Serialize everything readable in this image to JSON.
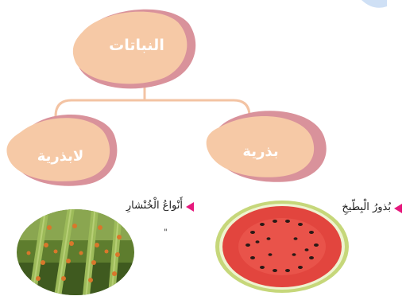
{
  "diagram": {
    "root": {
      "label": "النباتات"
    },
    "left_branch": {
      "label": "لابذرية"
    },
    "right_branch": {
      "label": "بذرية"
    },
    "left_caption": "أَنْواعُ الْخُنْشارِ",
    "left_caption_mark": "\"",
    "right_caption": "بُذورُ الْبِطّيخِ"
  },
  "colors": {
    "blob_fill": "#f6c9a6",
    "blob_shadow": "#d9929b",
    "connector": "#f3c3a3",
    "arrow": "#e6197d",
    "corner_accent": "#cfe0f5"
  },
  "images": {
    "left": "fern-leaf-with-spores-photo",
    "right": "watermelon-slice-photo"
  }
}
